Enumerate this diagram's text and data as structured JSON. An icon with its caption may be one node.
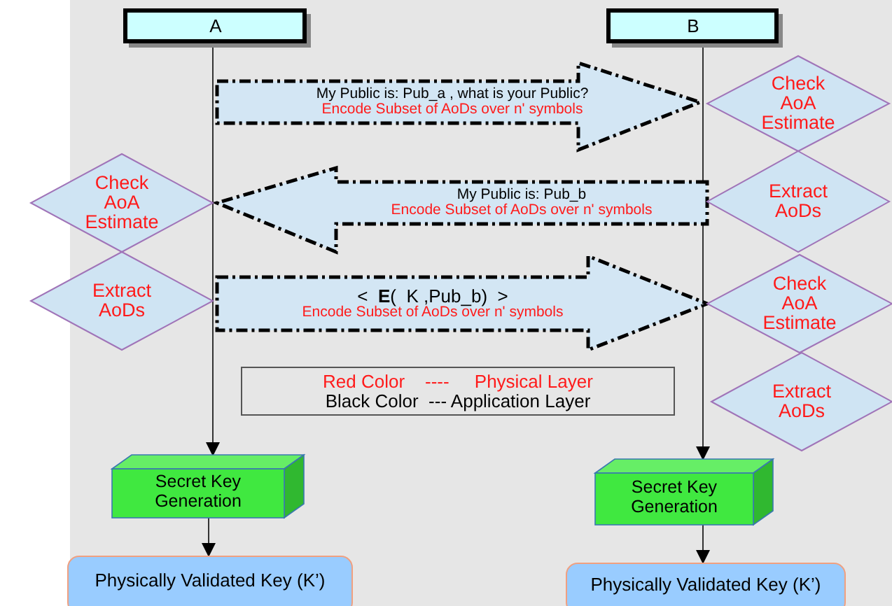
{
  "diagram": {
    "nodes": [
      {
        "text": [
          "A"
        ]
      },
      {
        "text": [
          "B"
        ]
      },
      {
        "text": [
          "My Public is: Pub_a , what is your Public?",
          "Encode Subset of AoDs over n' symbols"
        ]
      },
      {
        "text": [
          "Check AoA Estimate"
        ]
      },
      {
        "text": [
          "My Public is: Pub_b",
          "Encode Subset of AoDs over n' symbols"
        ]
      },
      {
        "text": [
          "Check AoA Estimate"
        ]
      },
      {
        "text": [
          "Extract AoDs"
        ]
      },
      {
        "text": [
          "Extract AoDs"
        ]
      },
      {
        "text": [
          "<  **E**(  K ,Pub_b)  >",
          "Encode Subset of AoDs over n' symbols"
        ]
      },
      {
        "text": [
          "Check AoA Estimate"
        ]
      },
      {
        "text": [
          "Red Color    ----     Physical Layer",
          "Black Color  --- Application Layer"
        ]
      },
      {
        "text": [
          "Extract AoDs"
        ]
      },
      {
        "text": [
          "Secret Key Generation"
        ]
      },
      {
        "text": [
          "Secret Key Generation"
        ]
      },
      {
        "text": [
          "Physically Validated Key (K’)"
        ]
      },
      {
        "text": [
          "Physically Validated Key (K’)"
        ]
      }
    ],
    "edges": [
      {
        "from": 0,
        "to": 12,
        "arrow": "to"
      },
      {
        "from": 1,
        "to": 13,
        "arrow": "to"
      },
      {
        "from": 12,
        "to": 14,
        "arrow": "to"
      },
      {
        "from": 13,
        "to": 15,
        "arrow": "to"
      },
      {
        "from": 6,
        "to": 5,
        "arrow": "to",
        "style": "dashed"
      },
      {
        "from": 7,
        "to": 9,
        "arrow": "to",
        "style": "dashed"
      },
      {
        "from": null,
        "to": 3,
        "arrow": "to",
        "style": "dashed"
      }
    ]
  }
}
